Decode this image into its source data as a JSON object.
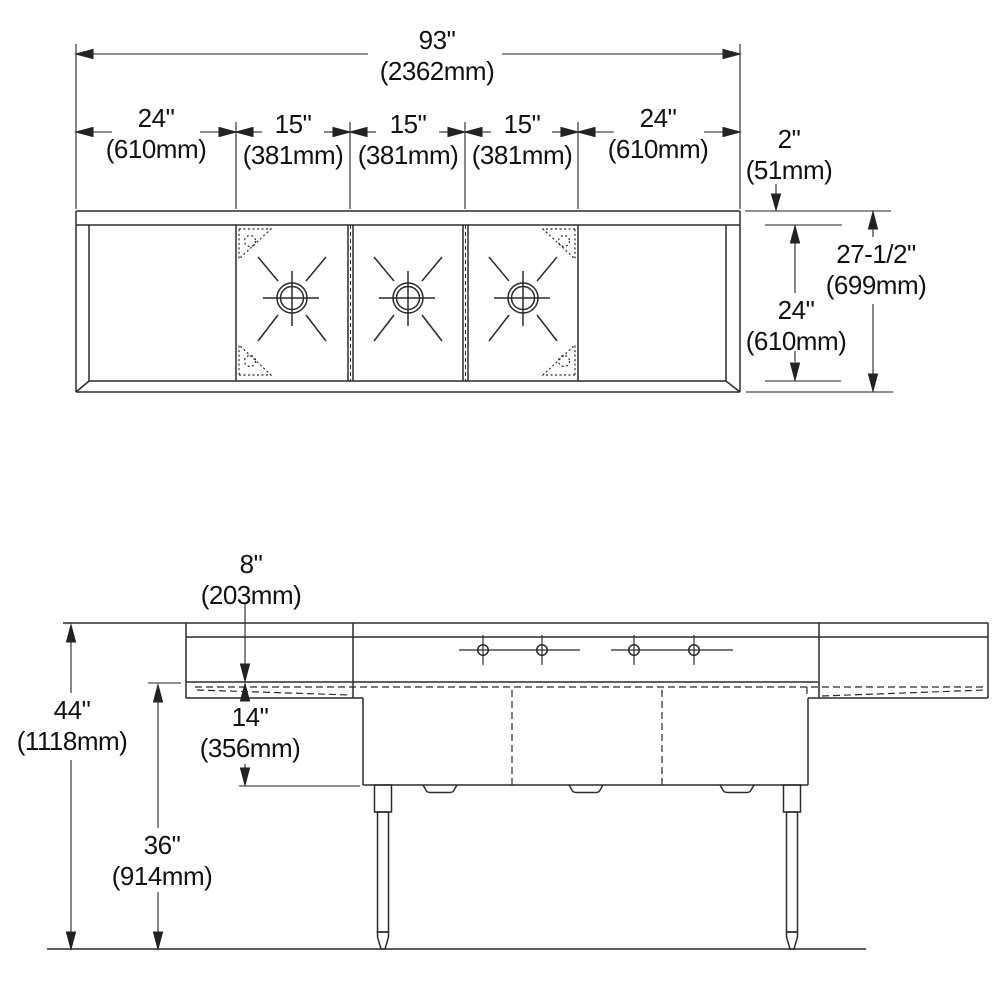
{
  "drawing_type": "sink-specification-diagram",
  "colors": {
    "background": "#ffffff",
    "object_line": "#2b2b2b",
    "dimension_line": "#222222",
    "text": "#111111"
  },
  "dimensions": {
    "plan": {
      "overall_width": {
        "inches": "93\"",
        "metric": "(2362mm)"
      },
      "left_drainboard": {
        "inches": "24\"",
        "metric": "(610mm)"
      },
      "compartment_1": {
        "inches": "15\"",
        "metric": "(381mm)"
      },
      "compartment_2": {
        "inches": "15\"",
        "metric": "(381mm)"
      },
      "compartment_3": {
        "inches": "15\"",
        "metric": "(381mm)"
      },
      "right_drainboard": {
        "inches": "24\"",
        "metric": "(610mm)"
      },
      "backsplash_thickness": {
        "inches": "2\"",
        "metric": "(51mm)"
      },
      "overall_depth": {
        "inches": "27-1/2\"",
        "metric": "(699mm)"
      },
      "compartment_depth": {
        "inches": "24\"",
        "metric": "(610mm)"
      }
    },
    "elevation": {
      "backsplash_height": {
        "inches": "8\"",
        "metric": "(203mm)"
      },
      "compartment_height": {
        "inches": "14\"",
        "metric": "(356mm)"
      },
      "overall_height": {
        "inches": "44\"",
        "metric": "(1118mm)"
      },
      "working_height": {
        "inches": "36\"",
        "metric": "(914mm)"
      }
    }
  }
}
